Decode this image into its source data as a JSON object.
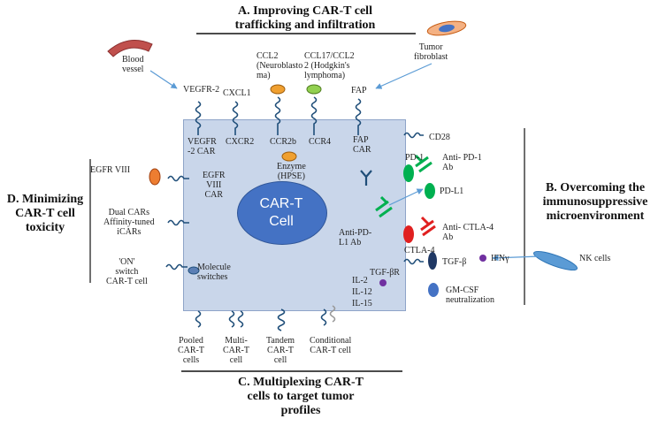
{
  "sections": {
    "A": "A. Improving CAR-T cell\ntrafficking and infiltration",
    "B": "B. Overcoming the\nimmunosuppressive\nmicroenvironment",
    "C": "C. Multiplexing CAR-T\ncells to target tumor\nprofiles",
    "D": "D. Minimizing\nCAR-T cell\ntoxicity"
  },
  "cell": {
    "line1": "CAR-T",
    "line2": "Cell"
  },
  "top_labels": {
    "blood_vessel": "Blood\nvessel",
    "vegfr2": "VEGFR-2",
    "cxcl1": "CXCL1",
    "ccl2": "CCL2\n(Neuroblasto\nma)",
    "ccl17": "CCL17/CCL2\n2 (Hodgkin's\nlymphoma)",
    "tumor_fibroblast": "Tumor\nfibroblast",
    "fap": "FAP"
  },
  "receptors": {
    "vegfr2_car": "VEGFR\n-2 CAR",
    "cxcr2": "CXCR2",
    "ccr2b": "CCR2b",
    "ccr4": "CCR4",
    "fap_car": "FAP\nCAR",
    "enzyme": "Enzyme\n(HPSE)"
  },
  "left_labels": {
    "egfr_viii": "EGFR VIII",
    "egfr_viii_car": "EGFR\nVIII\nCAR",
    "dual_cars": "Dual CARs\nAffinity-tuned\niCARs",
    "on_switch": "'ON'\nswitch\nCAR-T cell",
    "molecule_switches": "Molecule\nswitches"
  },
  "right_labels": {
    "cd28": "CD28",
    "pd1": "PD-1",
    "anti_pd1": "Anti- PD-1\nAb",
    "pdl1": "PD-L1",
    "anti_pdl1": "Anti-PD-\nL1 Ab",
    "anti_ctla4": "Anti- CTLA-4\nAb",
    "ctla4": "CTLA-4",
    "tgfbr": "TGF-βR",
    "tgfb": "TGF-β",
    "ifng": "IFNγ",
    "nk_cells": "NK cells",
    "il2": "IL-2",
    "il12": "IL-12",
    "il15": "IL-15",
    "gmcsf": "GM-CSF\nneutralization"
  },
  "bottom_labels": {
    "pooled": "Pooled\nCAR-T\ncells",
    "multi": "Multi-\nCAR-T\ncell",
    "tandem": "Tandem\nCAR-T\ncell",
    "conditional": "Conditional\nCAR-T cell"
  },
  "colors": {
    "cell_fill": "#c9d6ea",
    "nucleus": "#4472c4",
    "receptor": "#1f4e79",
    "chemokine_orange": "#f0a030",
    "chemokine_green": "#92d050",
    "pd1_green": "#00b050",
    "ctla4_red": "#e02020",
    "arrow_blue": "#5b9bd5",
    "il_purple": "#7030a0"
  }
}
